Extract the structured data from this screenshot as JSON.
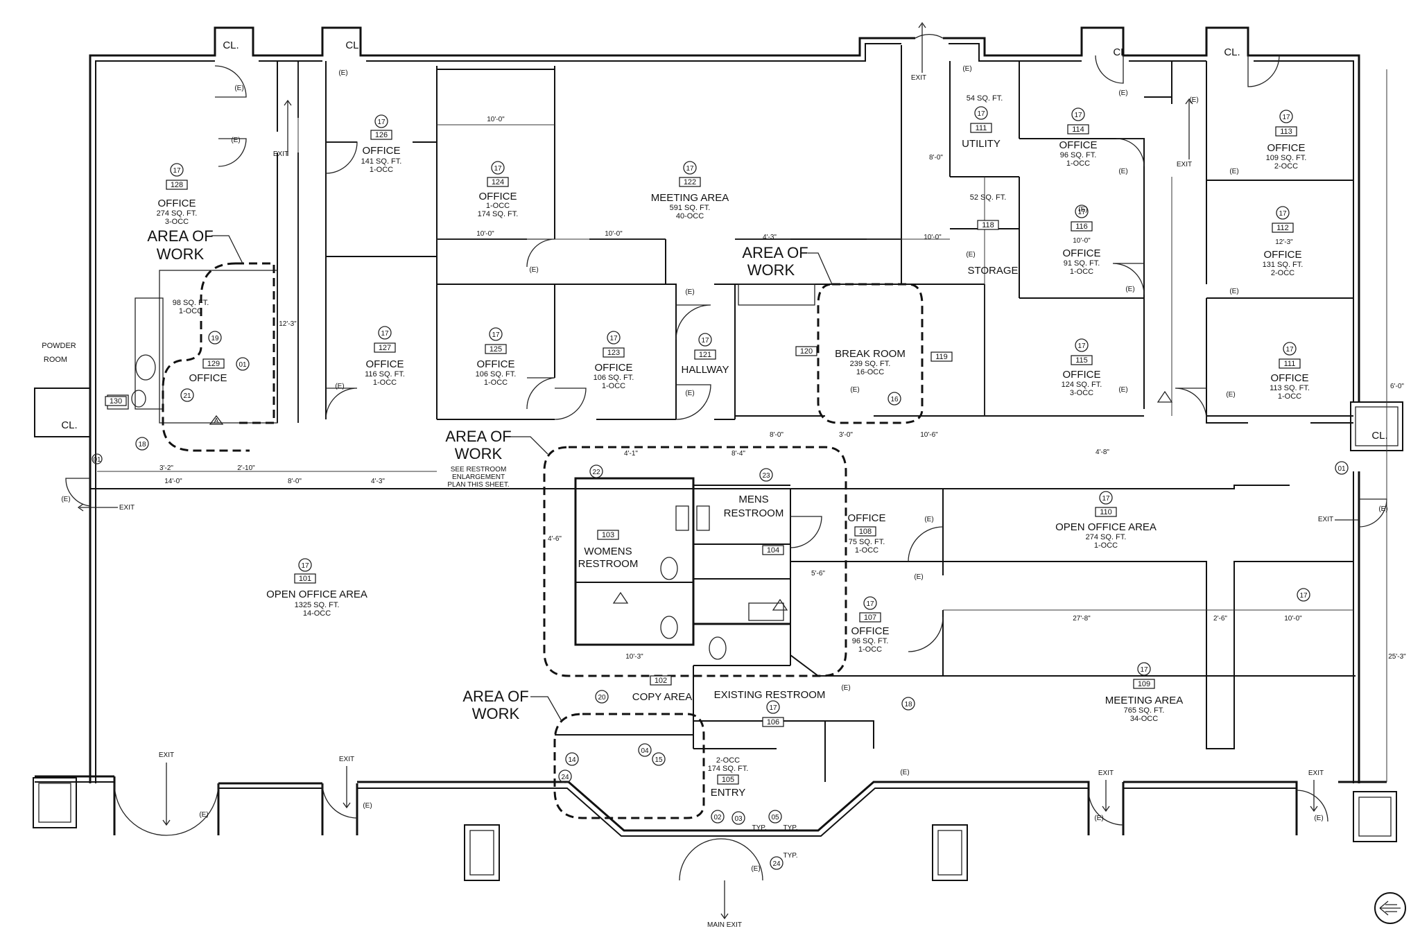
{
  "area_of_work_lines": [
    "AREA OF",
    "WORK"
  ],
  "area_of_work_note": [
    "SEE RESTROOM",
    "ENLARGEMENT",
    "PLAN THIS SHEET."
  ],
  "exit_label": "EXIT",
  "main_exit_label": "MAIN EXIT",
  "closet_label": "CL.",
  "type_tag": "17",
  "rooms": {
    "office_128": {
      "num": "128",
      "name": "OFFICE",
      "area": "274 SQ. FT.",
      "occ": "3-OCC"
    },
    "office_126": {
      "num": "126",
      "name": "OFFICE",
      "area": "141 SQ. FT.",
      "occ": "1-OCC"
    },
    "office_124": {
      "num": "124",
      "name": "OFFICE",
      "area": "1-OCC",
      "occ": "174 SQ. FT."
    },
    "meeting_122": {
      "num": "122",
      "name": "MEETING AREA",
      "area": "591 SQ. FT.",
      "occ": "40-OCC"
    },
    "office_129": {
      "num": "129",
      "name": "OFFICE",
      "area": "98 SQ. FT.",
      "occ": "1-OCC"
    },
    "powder_130": {
      "num": "130",
      "name": "POWDER",
      "name2": "ROOM"
    },
    "office_127": {
      "num": "127",
      "name": "OFFICE",
      "area": "116 SQ. FT.",
      "occ": "1-OCC"
    },
    "office_125": {
      "num": "125",
      "name": "OFFICE",
      "area": "106 SQ. FT.",
      "occ": "1-OCC"
    },
    "office_123": {
      "num": "123",
      "name": "OFFICE",
      "area": "106 SQ. FT.",
      "occ": "1-OCC"
    },
    "hallway_121": {
      "num": "121",
      "name": "HALLWAY"
    },
    "room_120": {
      "num": "120"
    },
    "break_119": {
      "num": "119",
      "name": "BREAK ROOM",
      "area": "239 SQ. FT.",
      "occ": "16-OCC"
    },
    "storage_118": {
      "num": "118",
      "name": "STORAGE",
      "area": "52 SQ. FT."
    },
    "utility_111": {
      "num": "111",
      "name": "UTILITY",
      "area": "54 SQ. FT."
    },
    "office_114": {
      "num": "114",
      "name": "OFFICE",
      "area": "96 SQ. FT.",
      "occ": "1-OCC"
    },
    "office_113": {
      "num": "113",
      "name": "OFFICE",
      "area": "109 SQ. FT.",
      "occ": "2-OCC"
    },
    "office_116": {
      "num": "116",
      "name": "OFFICE",
      "area": "91 SQ. FT.",
      "occ": "1-OCC"
    },
    "office_112": {
      "num": "112",
      "name": "OFFICE",
      "area": "131 SQ. FT.",
      "occ": "2-OCC"
    },
    "office_115": {
      "num": "115",
      "name": "OFFICE",
      "area": "124 SQ. FT.",
      "occ": "3-OCC"
    },
    "office_111b": {
      "num": "111",
      "name": "OFFICE",
      "area": "113 SQ. FT.",
      "occ": "1-OCC"
    },
    "open_110": {
      "num": "110",
      "name": "OPEN OFFICE AREA",
      "area": "274 SQ. FT.",
      "occ": "1-OCC"
    },
    "open_101": {
      "num": "101",
      "name": "OPEN OFFICE AREA",
      "area": "1325 SQ. FT.",
      "occ": "14-OCC"
    },
    "womens_103": {
      "num": "103",
      "name": "WOMENS",
      "name2": "RESTROOM"
    },
    "mens_104": {
      "num": "104",
      "name": "MENS",
      "name2": "RESTROOM"
    },
    "office_108": {
      "num": "108",
      "name": "OFFICE",
      "area": "75 SQ. FT.",
      "occ": "1-OCC"
    },
    "office_107": {
      "num": "107",
      "name": "OFFICE",
      "area": "96 SQ. FT.",
      "occ": "1-OCC"
    },
    "copy_102": {
      "num": "102",
      "name": "COPY AREA"
    },
    "existing_106": {
      "num": "106",
      "name": "EXISTING RESTROOM"
    },
    "entry_105": {
      "num": "105",
      "name": "ENTRY",
      "area": "174 SQ. FT.",
      "occ": "2-OCC"
    },
    "meeting_109": {
      "num": "109",
      "name": "MEETING AREA",
      "area": "765 SQ. FT.",
      "occ": "34-OCC"
    }
  },
  "dimensions": {
    "d1": "10'-0\"",
    "d2": "10'-0\"",
    "d3": "10'-0\"",
    "d4": "12'-3\"",
    "d5": "10'-0\"",
    "d6": "3'-2\"",
    "d7": "2'-10\"",
    "d8": "14'-0\"",
    "d9": "8'-0\"",
    "d10": "4'-3\"",
    "d11": "4'-1\"",
    "d12": "8'-4\"",
    "d13": "10'-3\"",
    "d14": "27'-8\"",
    "d15": "2'-6\"",
    "d16": "10'-0\"",
    "d17": "3'-0\"",
    "d18": "10'-6\"",
    "d19": "8'-0\"",
    "d20": "4'-3\"",
    "d21": "4'-8\"",
    "d22": "10'-0\"",
    "d23": "25'-3\"",
    "d24": "12'-3\"",
    "d25": "8'-0\"",
    "d26": "5'-6\"",
    "d27": "4'-6\"",
    "d28": "6'-0\""
  },
  "keynotes": {
    "k01": "01",
    "k02": "02",
    "k03": "03",
    "k04": "04",
    "k05": "05",
    "k14": "14",
    "k15": "15",
    "k16": "16",
    "k18": "18",
    "k19": "19",
    "k20": "20",
    "k21": "21",
    "k22": "22",
    "k23": "23",
    "k24": "24",
    "kA": "A",
    "kE": "(E)",
    "typ": "TYP."
  }
}
